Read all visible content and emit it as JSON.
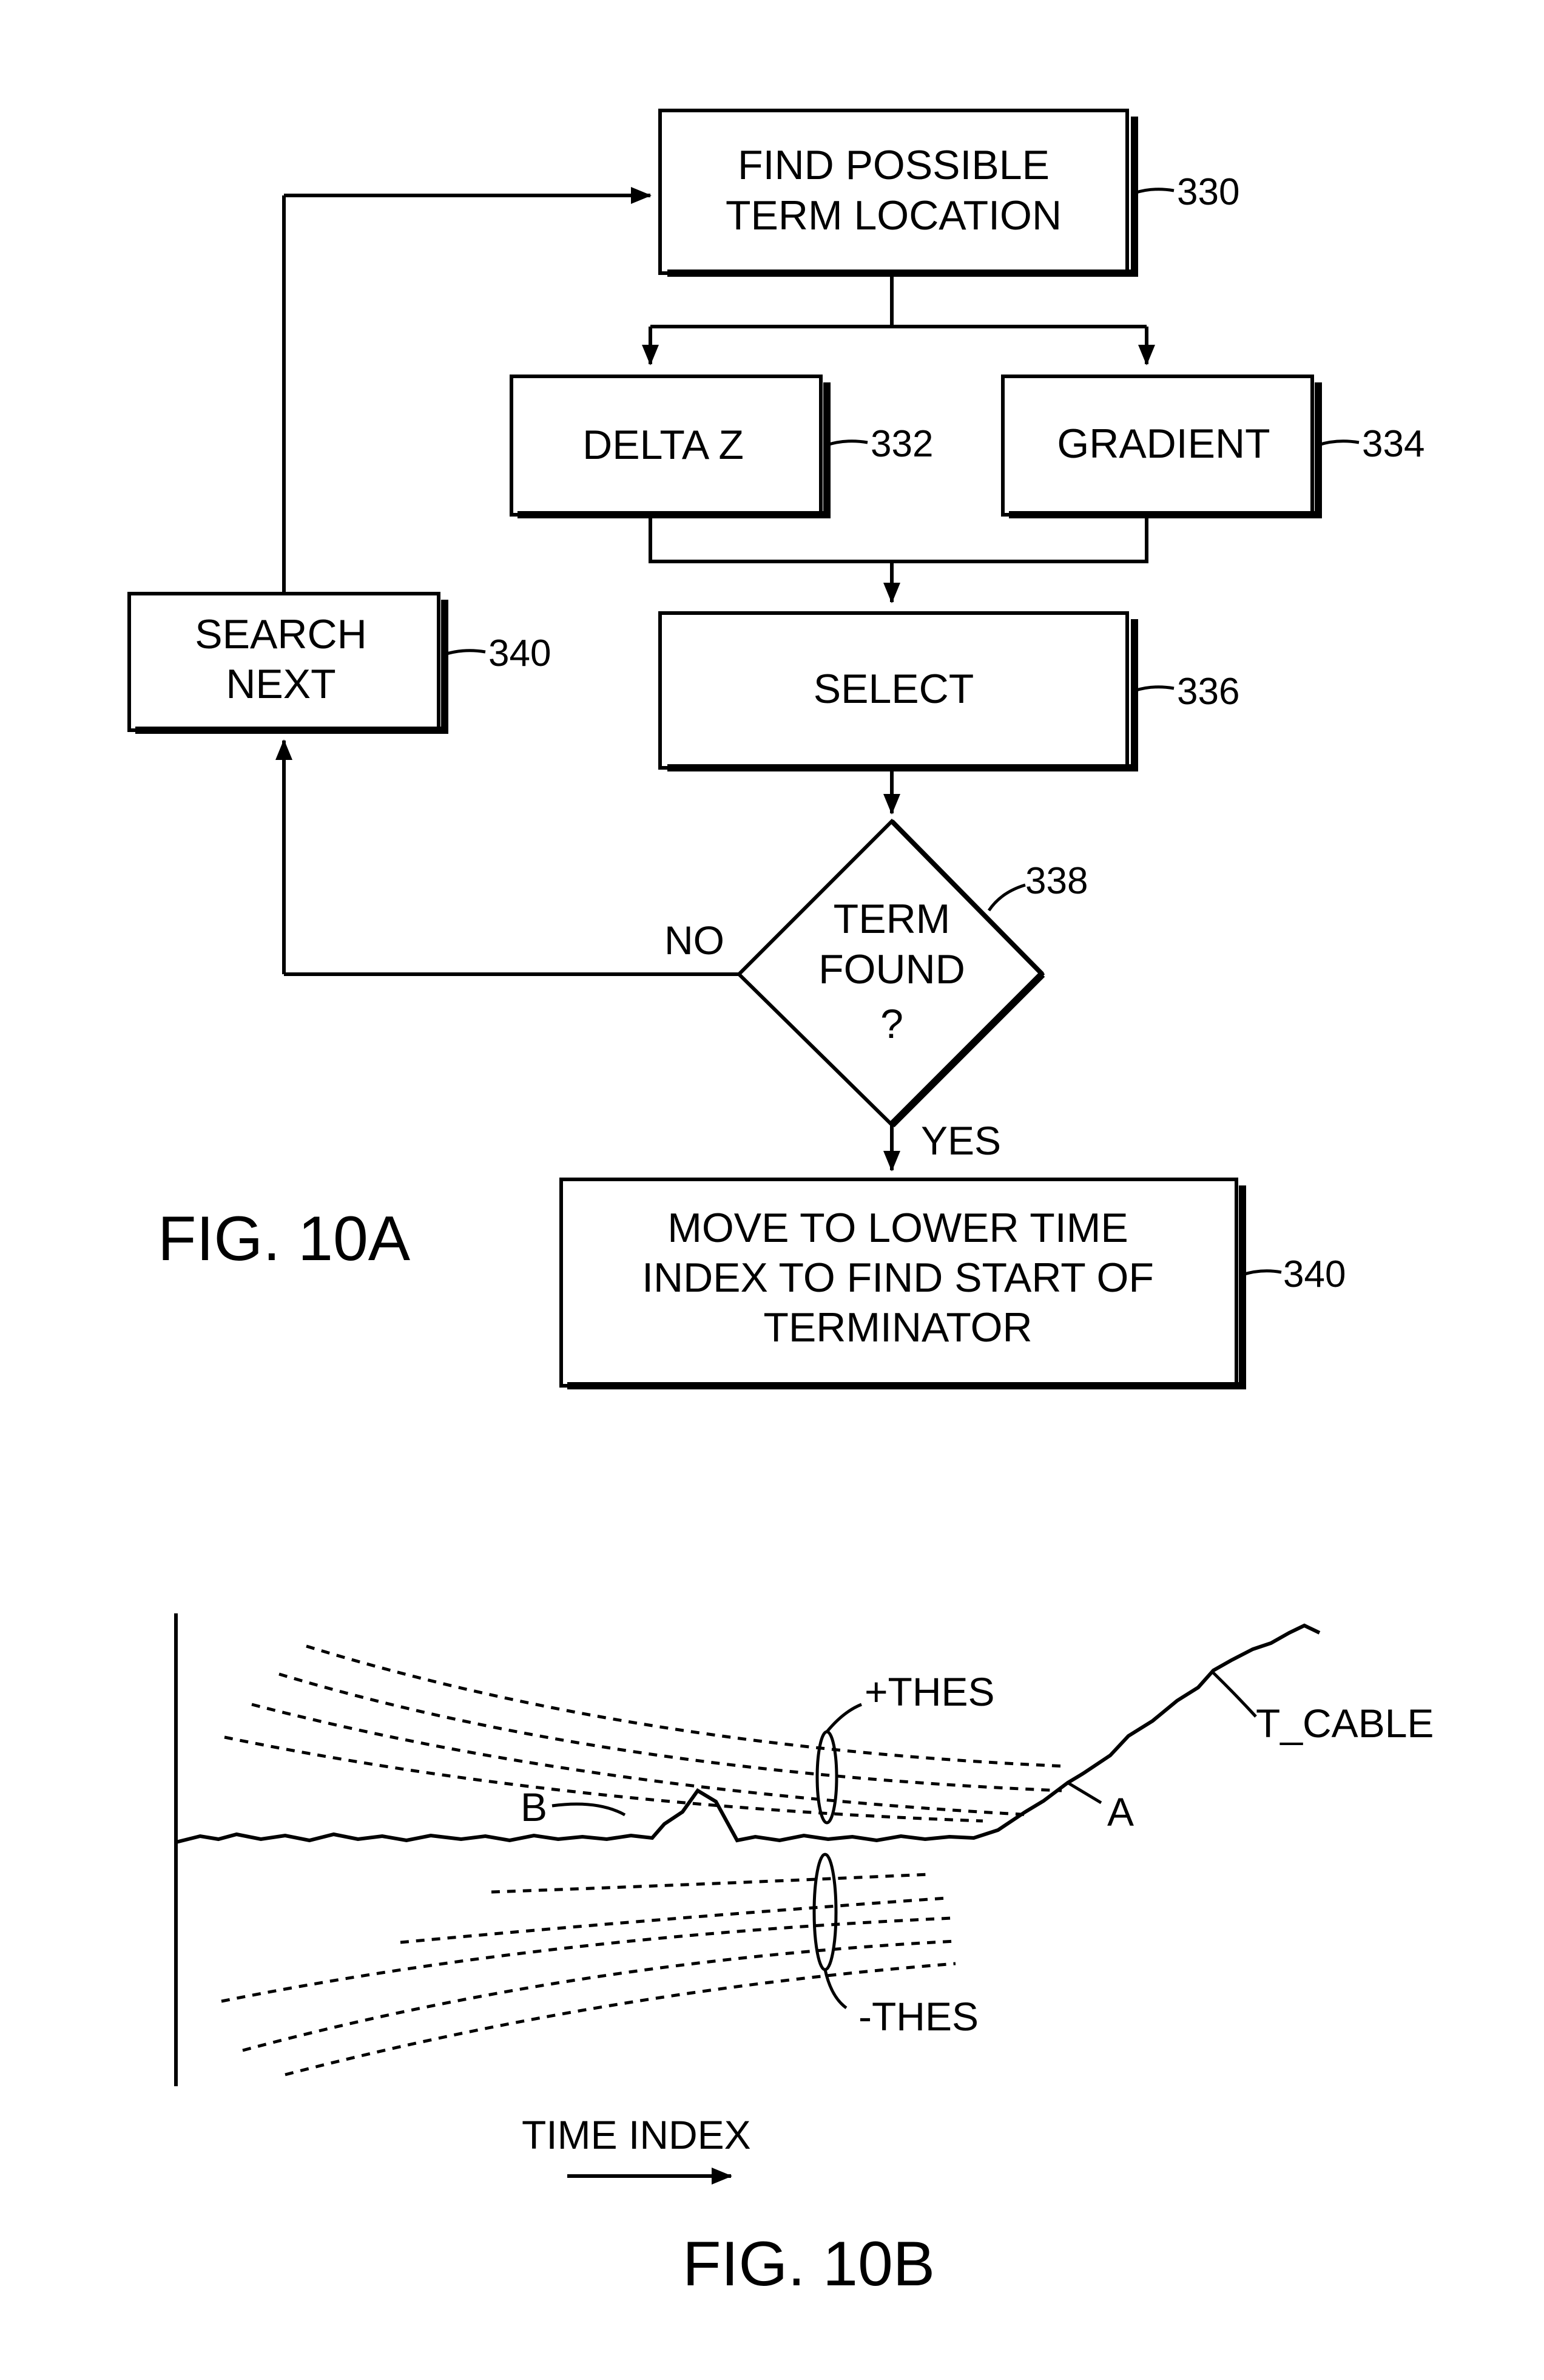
{
  "fig10a": {
    "title": "FIG. 10A",
    "boxes": {
      "find_location": {
        "lines": [
          "FIND POSSIBLE",
          "TERM LOCATION"
        ],
        "ref": "330"
      },
      "delta_z": {
        "lines": [
          "DELTA Z"
        ],
        "ref": "332"
      },
      "gradient": {
        "lines": [
          "GRADIENT"
        ],
        "ref": "334"
      },
      "select": {
        "lines": [
          "SELECT"
        ],
        "ref": "336"
      },
      "decision": {
        "lines": [
          "TERM",
          "FOUND",
          "?"
        ],
        "ref": "338"
      },
      "search_next": {
        "lines": [
          "SEARCH",
          "NEXT"
        ],
        "ref": "340"
      },
      "move": {
        "lines": [
          "MOVE TO LOWER TIME",
          "INDEX TO FIND START OF",
          "TERMINATOR"
        ],
        "ref": "340"
      }
    },
    "edge_labels": {
      "no": "NO",
      "yes": "YES"
    }
  },
  "fig10b": {
    "title": "FIG. 10B",
    "labels": {
      "plus_thes": "+THES",
      "minus_thes": "-THES",
      "t_cable": "T_CABLE",
      "point_a": "A",
      "point_b": "B",
      "time_index": "TIME INDEX"
    }
  }
}
